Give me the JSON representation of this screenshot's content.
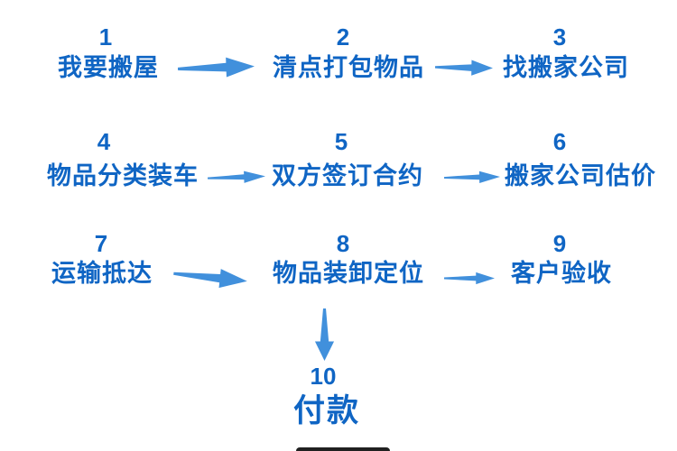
{
  "diagram": {
    "title_semantic": "moving-house-process-flow",
    "colors": {
      "text_blue": "#0f65c4",
      "arrow_blue": "#4190dc",
      "background": "#ffffff",
      "cutoff_bar": "#202020"
    },
    "steps": [
      {
        "num": "1",
        "label": "我要搬屋"
      },
      {
        "num": "2",
        "label": "清点打包物品"
      },
      {
        "num": "3",
        "label": "找搬家公司"
      },
      {
        "num": "4",
        "label": "物品分类装车"
      },
      {
        "num": "5",
        "label": "双方签订合约"
      },
      {
        "num": "6",
        "label": "搬家公司估价"
      },
      {
        "num": "7",
        "label": "运输抵达"
      },
      {
        "num": "8",
        "label": "物品装卸定位"
      },
      {
        "num": "9",
        "label": "客户验收"
      },
      {
        "num": "10",
        "label": "付款"
      }
    ],
    "arrows": [
      {
        "from": "1",
        "to": "2",
        "direction": "right"
      },
      {
        "from": "2",
        "to": "3",
        "direction": "right"
      },
      {
        "from": "4",
        "to": "5",
        "direction": "right"
      },
      {
        "from": "5",
        "to": "6",
        "direction": "right"
      },
      {
        "from": "7",
        "to": "8",
        "direction": "right"
      },
      {
        "from": "8",
        "to": "9",
        "direction": "right"
      },
      {
        "from": "8",
        "to": "10",
        "direction": "down"
      }
    ]
  }
}
